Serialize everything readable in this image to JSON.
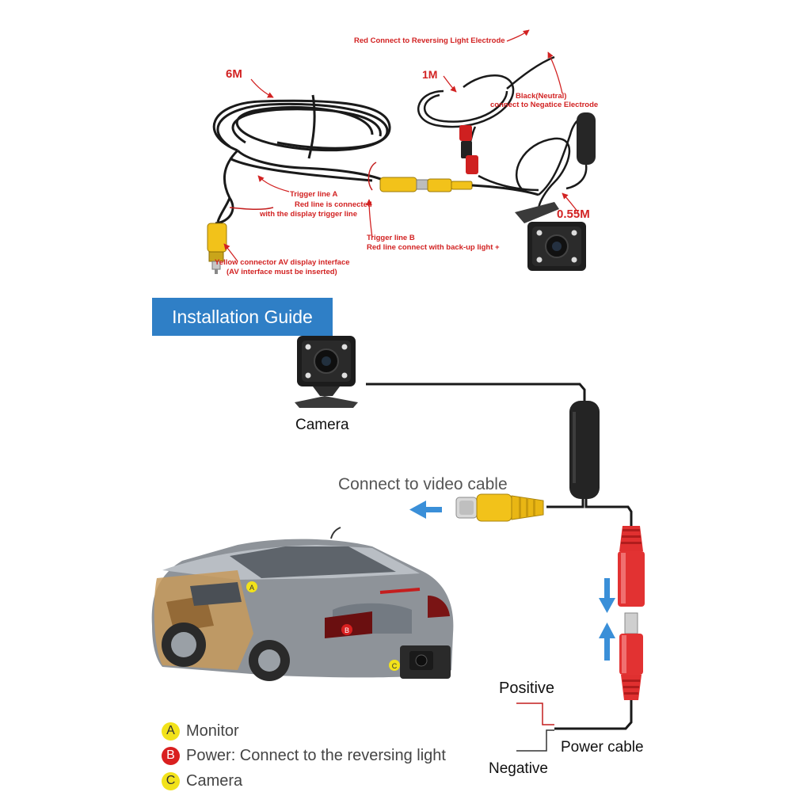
{
  "top_diagram": {
    "cable_6m": "6M",
    "cable_1m": "1M",
    "cable_055m": "0.55M",
    "red_connect_label": "Red Connect to Reversing Light Electrode",
    "black_neutral_line1": "Black(Neutral)",
    "black_neutral_line2": "connect to Negatice Electrode",
    "trigger_a_line1": "Trigger line A",
    "trigger_a_line2": "Red line is connected",
    "trigger_a_line3": "with the display trigger line",
    "trigger_b_line1": "Trigger line B",
    "trigger_b_line2": "Red line connect with back-up light +",
    "yellow_conn_line1": "Yellow connector AV display interface",
    "yellow_conn_line2": "(AV interface must be inserted)"
  },
  "guide": {
    "title": "Installation Guide",
    "camera_label": "Camera",
    "video_label": "Connect  to video cable",
    "positive_label": "Positive",
    "negative_label": "Negative",
    "power_label": "Power cable"
  },
  "legend": [
    {
      "letter": "A",
      "text": "Monitor",
      "color": "#f2e21a",
      "letter_color": "#333333"
    },
    {
      "letter": "B",
      "text": "Power: Connect to the reversing light",
      "color": "#d91f1f",
      "letter_color": "#ffffff"
    },
    {
      "letter": "C",
      "text": "Camera",
      "color": "#f2e21a",
      "letter_color": "#333333"
    }
  ],
  "colors": {
    "banner": "#2f7fc6",
    "annotation_red": "#d22222",
    "arrow_blue": "#3a8fd8",
    "rca_yellow": "#f2c21a",
    "connector_red": "#dd2a2a"
  }
}
